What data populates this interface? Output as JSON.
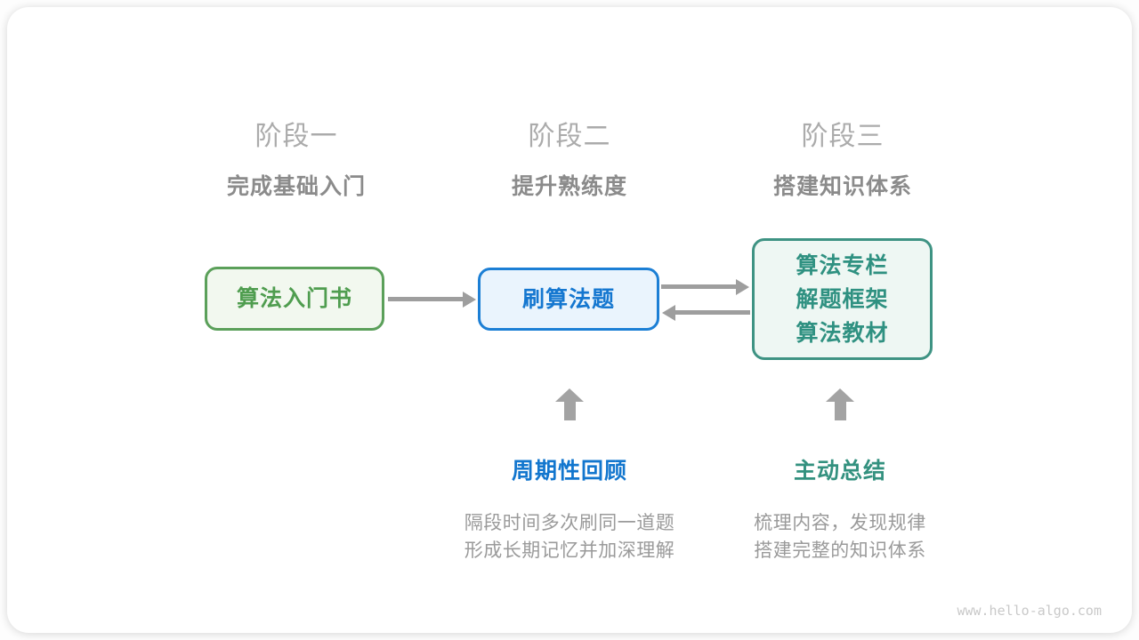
{
  "stages": [
    {
      "title": "阶段一",
      "subtitle": "完成基础入门"
    },
    {
      "title": "阶段二",
      "subtitle": "提升熟练度"
    },
    {
      "title": "阶段三",
      "subtitle": "搭建知识体系"
    }
  ],
  "nodes": [
    {
      "label": "算法入门书"
    },
    {
      "label": "刷算法题"
    },
    {
      "lines": [
        "算法专栏",
        "解题框架",
        "算法教材"
      ]
    }
  ],
  "annotations": [
    {
      "label": "周期性回顾",
      "desc_lines": [
        "隔段时间多次刷同一道题",
        "形成长期记忆并加深理解"
      ]
    },
    {
      "label": "主动总结",
      "desc_lines": [
        "梳理内容，发现规律",
        "搭建完整的知识体系"
      ]
    }
  ],
  "watermark": "www.hello-algo.com",
  "colors": {
    "stage_title_gray": "#ababab",
    "stage_subtitle_gray": "#8b8b8b",
    "green_border": "#5ba05a",
    "green_text": "#4f9d4f",
    "green_bg": "#f2f8ef",
    "blue_border": "#1c7fd5",
    "blue_text": "#1577d0",
    "blue_bg": "#eaf4fd",
    "teal_border": "#3e9383",
    "teal_text": "#2f9181",
    "teal_bg": "#eef7f3",
    "arrow_gray": "#9e9e9e",
    "up_arrow_gray": "#a3a3a3",
    "label_blue": "#1276ce",
    "label_teal": "#33917f",
    "desc_gray": "#9a9a9a",
    "watermark_gray": "#c9c9c9"
  }
}
